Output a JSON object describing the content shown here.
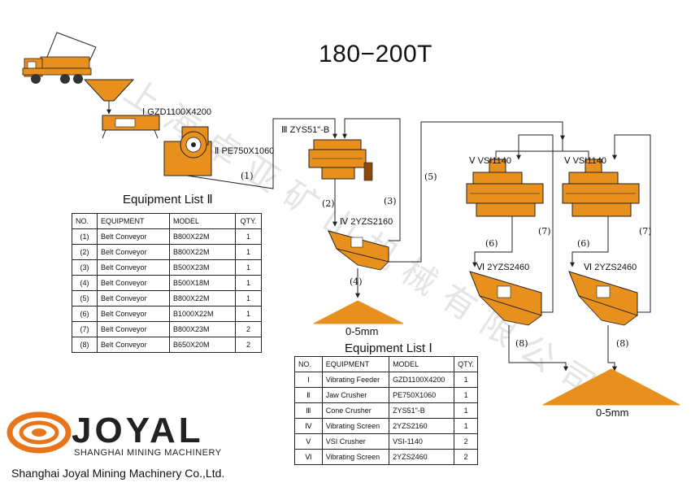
{
  "title": "180−200T",
  "equipment_labels": {
    "gzd": "Ⅰ GZD1100X4200",
    "pe": "Ⅱ PE750X1060",
    "zys": "Ⅲ ZYS51\"-B",
    "vs1": "Ⅳ 2YZS2160",
    "vsi_a": "Ⅴ VSI1140",
    "vsi_b": "Ⅴ VSI1140",
    "vs2_a": "Ⅵ 2YZS2460",
    "vs2_b": "Ⅵ 2YZS2460"
  },
  "steps": {
    "s1": "(1)",
    "s2": "(2)",
    "s3": "(3)",
    "s4": "(4)",
    "s5": "(5)",
    "s6a": "(6)",
    "s7a": "(7)",
    "s6b": "(6)",
    "s7b": "(7)",
    "s8a": "(8)",
    "s8b": "(8)"
  },
  "products": {
    "left": "0-5mm",
    "right": "0-5mm"
  },
  "list2": {
    "heading": "Equipment List Ⅱ",
    "headers": [
      "NO.",
      "EQUIPMENT",
      "MODEL",
      "QTY."
    ],
    "rows": [
      [
        "(1)",
        "Belt Conveyor",
        "B800X22M",
        "1"
      ],
      [
        "(2)",
        "Belt Conveyor",
        "B800X22M",
        "1"
      ],
      [
        "(3)",
        "Belt Conveyor",
        "B500X23M",
        "1"
      ],
      [
        "(4)",
        "Belt Conveyor",
        "B500X18M",
        "1"
      ],
      [
        "(5)",
        "Belt Conveyor",
        "B800X22M",
        "1"
      ],
      [
        "(6)",
        "Belt Conveyor",
        "B1000X22M",
        "1"
      ],
      [
        "(7)",
        "Belt Conveyor",
        "B800X23M",
        "2"
      ],
      [
        "(8)",
        "Belt Conveyor",
        "B650X20M",
        "2"
      ]
    ]
  },
  "list1": {
    "heading": "Equipment List Ⅰ",
    "headers": [
      "NO.",
      "EQUIPMENT",
      "MODEL",
      "QTY."
    ],
    "rows": [
      [
        "Ⅰ",
        "Vibrating Feeder",
        "GZD1100X4200",
        "1"
      ],
      [
        "Ⅱ",
        "Jaw Crusher",
        "PE750X1060",
        "1"
      ],
      [
        "Ⅲ",
        "Cone Crusher",
        "ZYS51\"-B",
        "1"
      ],
      [
        "Ⅳ",
        "Vibrating Screen",
        "2YZS2160",
        "1"
      ],
      [
        "Ⅴ",
        "VSI Crusher",
        "VSI-1140",
        "2"
      ],
      [
        "Ⅵ",
        "Vibrating Screen",
        "2YZS2460",
        "2"
      ]
    ]
  },
  "logo": {
    "name": "JOYAL",
    "tagline": "SHANGHAI MINING MACHINERY",
    "company": "Shanghai Joyal Mining Machinery Co.,Ltd."
  },
  "watermark": "上海卓亚矿山机械有限公司",
  "colors": {
    "machine_orange": "#E8901E",
    "machine_dark": "#8a4a0a",
    "line": "#222222",
    "logo_orange": "#E8751A"
  }
}
